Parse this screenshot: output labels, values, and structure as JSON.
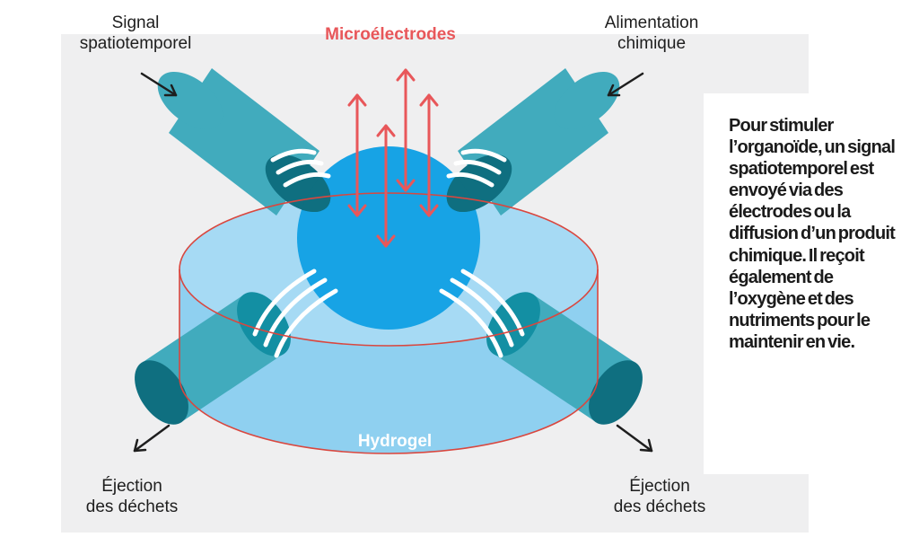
{
  "labels": {
    "signal": [
      "Signal",
      "spatiotemporel"
    ],
    "alimentation": [
      "Alimentation",
      "chimique"
    ],
    "ejection_left": [
      "Éjection",
      "des déchets"
    ],
    "ejection_right": [
      "Éjection",
      "des déchets"
    ],
    "microelectrodes": "Microélectrodes",
    "hydrogel": "Hydrogel"
  },
  "caption": "Pour stimuler l’organoïde, un signal spatiotemporel est envoyé via des électrodes ou la diffusion d’un produit chimique. Il reçoit également de l’oxygène et des nutriments pour le maintenir en vie.",
  "colors": {
    "panel_bg": "#efeff0",
    "hydrogel": "#8fd0f0",
    "organoid": "#17a3e5",
    "tube": "#41abbd",
    "tube_dark": "#0f6f80",
    "electrode_red": "#e8575a",
    "outline_red": "#d9473f",
    "arrow_black": "#1e1e1e"
  }
}
